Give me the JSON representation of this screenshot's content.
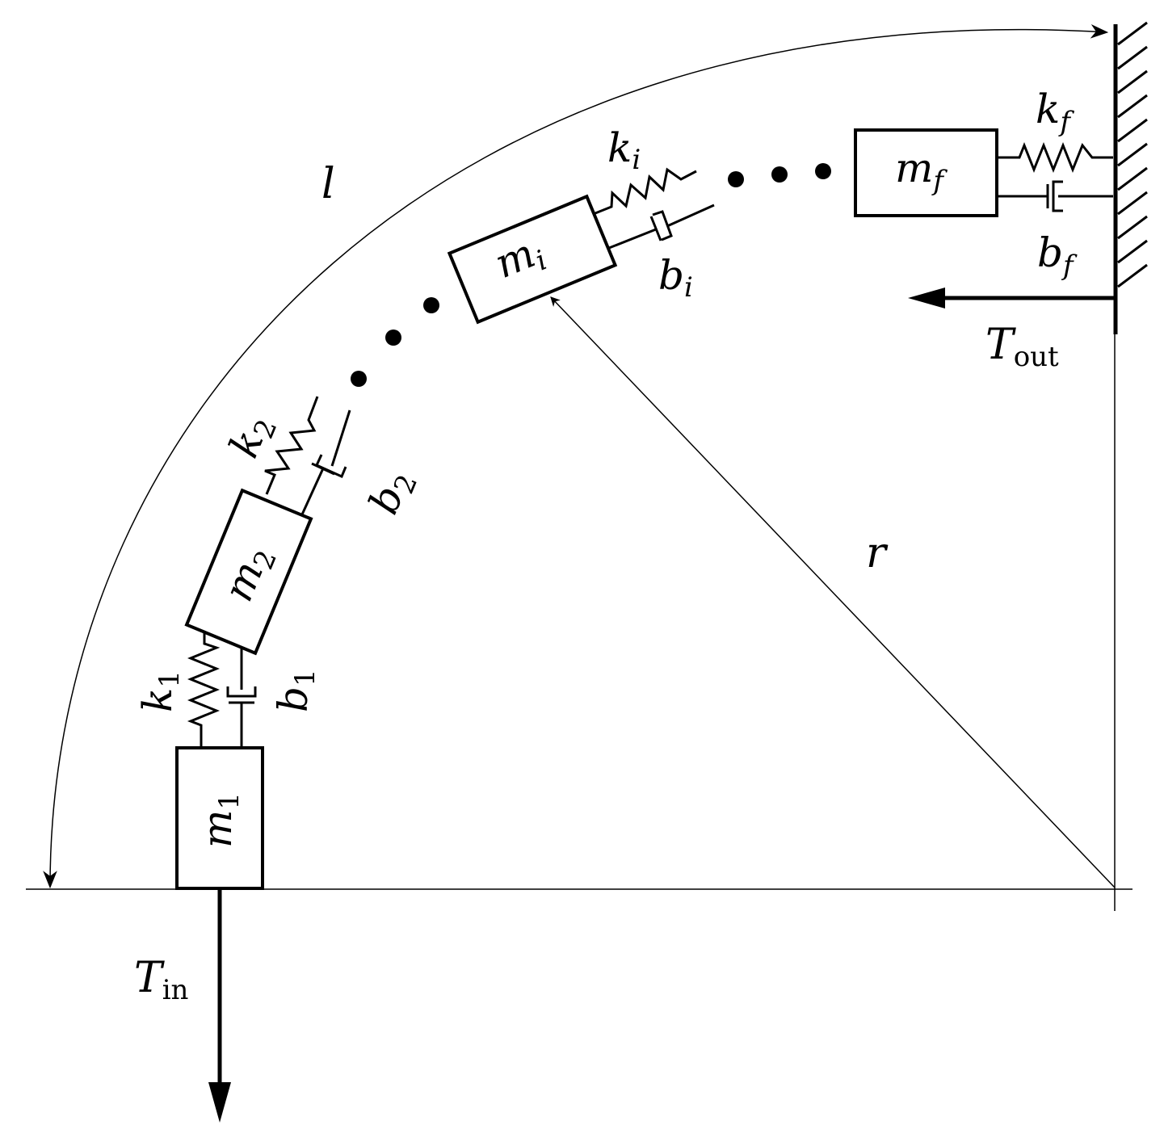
{
  "labels": {
    "arc_length": "l",
    "radius": "r",
    "torque_in": {
      "base": "T",
      "sub": "in"
    },
    "torque_out": {
      "base": "T",
      "sub": "out"
    },
    "m1": {
      "base": "m",
      "sub": "1"
    },
    "m2": {
      "base": "m",
      "sub": "2"
    },
    "mi": {
      "base": "m",
      "sub": "i"
    },
    "mf": {
      "base": "m",
      "sub": "f"
    },
    "k1": {
      "base": "k",
      "sub": "1"
    },
    "k2": {
      "base": "k",
      "sub": "2"
    },
    "ki": {
      "base": "k",
      "sub": "i"
    },
    "kf": {
      "base": "k",
      "sub": "f"
    },
    "b1": {
      "base": "b",
      "sub": "1"
    },
    "b2": {
      "base": "b",
      "sub": "2"
    },
    "bi": {
      "base": "b",
      "sub": "i"
    },
    "bf": {
      "base": "b",
      "sub": "f"
    }
  }
}
